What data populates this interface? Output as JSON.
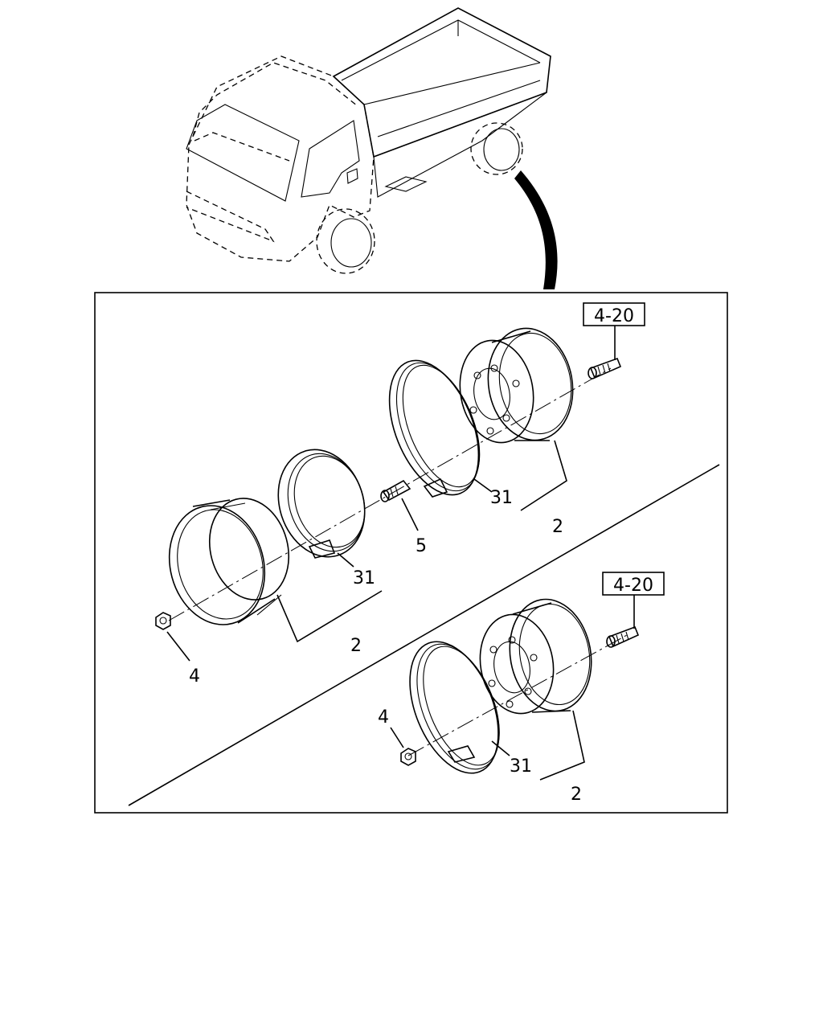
{
  "callouts": {
    "ref_upper": "4-20",
    "ref_lower": "4-20",
    "upper_rim_inner_label": "2",
    "upper_ring_inner_label": "31",
    "stud_label": "5",
    "upper_ring_outer_label": "31",
    "upper_rim_outer_label": "2",
    "upper_nut_label": "4",
    "lower_nut_label": "4",
    "lower_ring_label": "31",
    "lower_rim_label": "2"
  }
}
